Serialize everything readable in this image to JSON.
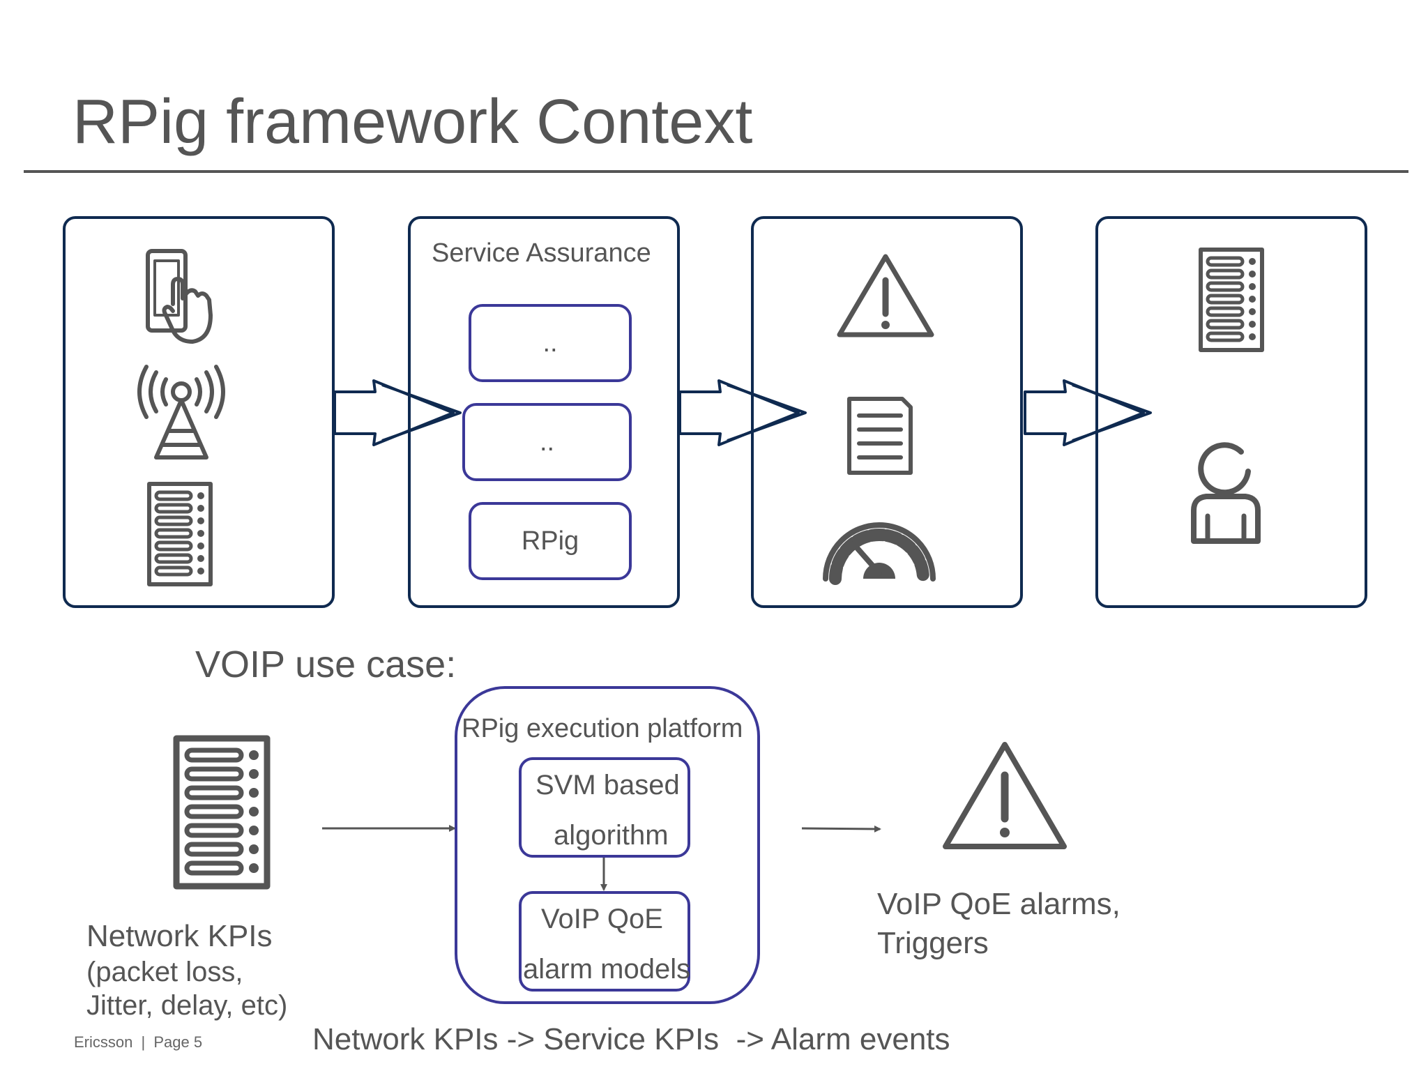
{
  "slide": {
    "title": "RPig framework Context",
    "footer_company": "Ericsson",
    "footer_separator": "|",
    "footer_page": "Page 5"
  },
  "top_flow": {
    "panel_sa_title": "Service Assurance",
    "sa_items": [
      "..",
      "..",
      "RPig"
    ],
    "icons": {
      "panel1": [
        "tablet-touch-icon",
        "radio-tower-icon",
        "server-rack-icon"
      ],
      "panel3": [
        "warning-icon",
        "document-icon",
        "speedometer-icon"
      ],
      "panel4": [
        "server-rack-icon",
        "user-icon"
      ]
    }
  },
  "voip": {
    "heading": "VOIP use case:",
    "input_label": "Network KPIs",
    "input_detail_line1": "(packet loss,",
    "input_detail_line2": "Jitter, delay, etc)",
    "platform_title": "RPig execution platform",
    "svm_line1": "SVM based",
    "svm_line2": "algorithm",
    "qoe_line1": "VoIP QoE",
    "qoe_line2": "alarm models",
    "output_line1": "VoIP QoE alarms,",
    "output_line2": "Triggers",
    "pipeline": "Network KPIs -> Service KPIs  -> Alarm events"
  },
  "colors": {
    "panel_border": "#0f2a50",
    "inner_border": "#3b3898",
    "text": "#555555"
  }
}
